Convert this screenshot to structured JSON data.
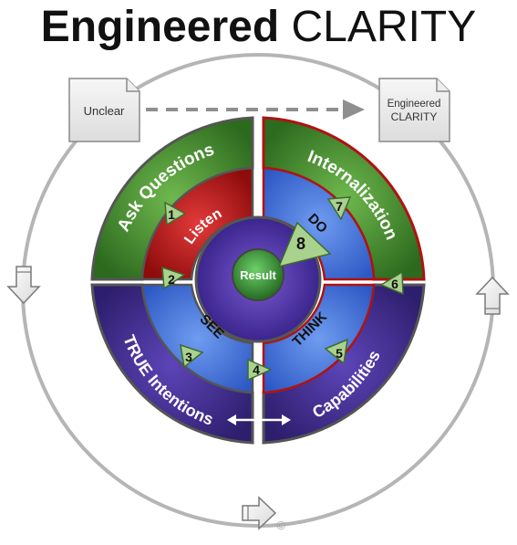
{
  "title": {
    "bold": "Engineered",
    "light": "CLARITY"
  },
  "documents": {
    "start": "Unclear",
    "end_line1": "Engineered",
    "end_line2": "CLARITY"
  },
  "outer_ring": {
    "top_left": "Ask Questions",
    "top_right": "Internalization",
    "bottom_left": "TRUE Intentions",
    "bottom_right": "Capabilities"
  },
  "inner_ring": {
    "top_left": "Listen",
    "top_right": "DO",
    "bottom_left": "SEE",
    "bottom_right": "THINK"
  },
  "center": {
    "label": "Result"
  },
  "steps": [
    "1",
    "2",
    "3",
    "4",
    "5",
    "6",
    "7",
    "8"
  ],
  "copyright": "©",
  "colors": {
    "green": "#3a7a2a",
    "red": "#b01212",
    "blue": "#3a6ad8",
    "purple": "#3c2a8a",
    "hub": "#4a2f9a",
    "result": "#2f8a2f",
    "gray_line": "#b5b5b5"
  }
}
